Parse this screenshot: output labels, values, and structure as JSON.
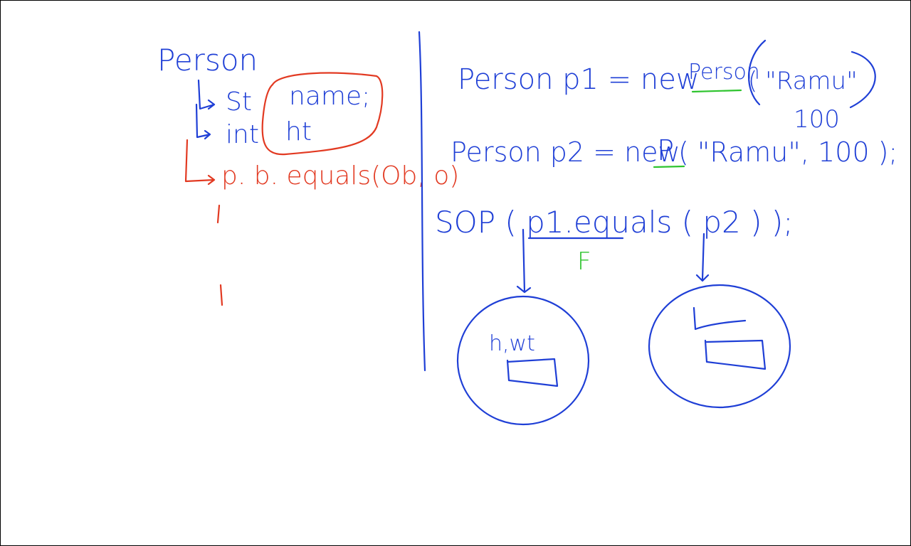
{
  "colors": {
    "blue": "#1f3fd6",
    "red": "#e23a22",
    "green": "#2ec42e",
    "border": "#000000",
    "background": "#ffffff"
  },
  "left": {
    "title": "Person",
    "field1_type": "St",
    "field1_name": "name;",
    "field2_type": "int",
    "field2_name": "ht",
    "method": "p. b. equals(Ob, o)"
  },
  "right": {
    "line1_left": "Person  p1 = new",
    "line1_ctor": "Person",
    "line1_args": "( \"Ramu\"",
    "line1_num": "100",
    "line2_left": "Person  p2 = new",
    "line2_ctor": "P",
    "line2_args": "( \"Ramu\", 100 );",
    "line3": "SOP ( p1.equals ( p2 ) );",
    "result": "F",
    "obj1_label": "h,wt"
  }
}
